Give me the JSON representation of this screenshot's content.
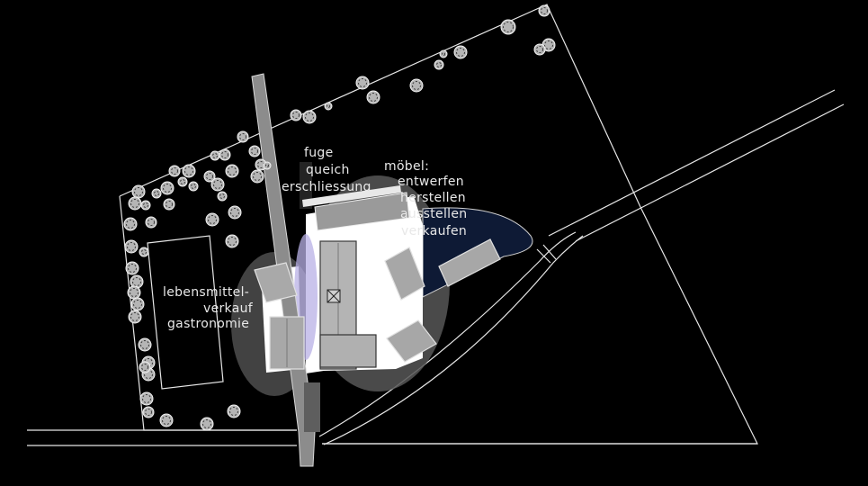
{
  "labels": {
    "fuge": [
      "fuge",
      "queich",
      "erschliessung"
    ],
    "moebel": [
      "möbel:",
      "entwerfen",
      "herstellen",
      "ausstellen",
      "verkaufen"
    ],
    "lebensmittel": [
      "lebensmittel-",
      "verkauf",
      "gastronomie"
    ]
  },
  "colors": {
    "background": "#000000",
    "lines": "#e6e6e6",
    "building_white": "#ffffff",
    "roof_grey": "#a8a8a8",
    "halo_grey": "#5a5a5a",
    "water_blue": "#0f1a33",
    "lilac_accent": "#b8b0e6"
  }
}
